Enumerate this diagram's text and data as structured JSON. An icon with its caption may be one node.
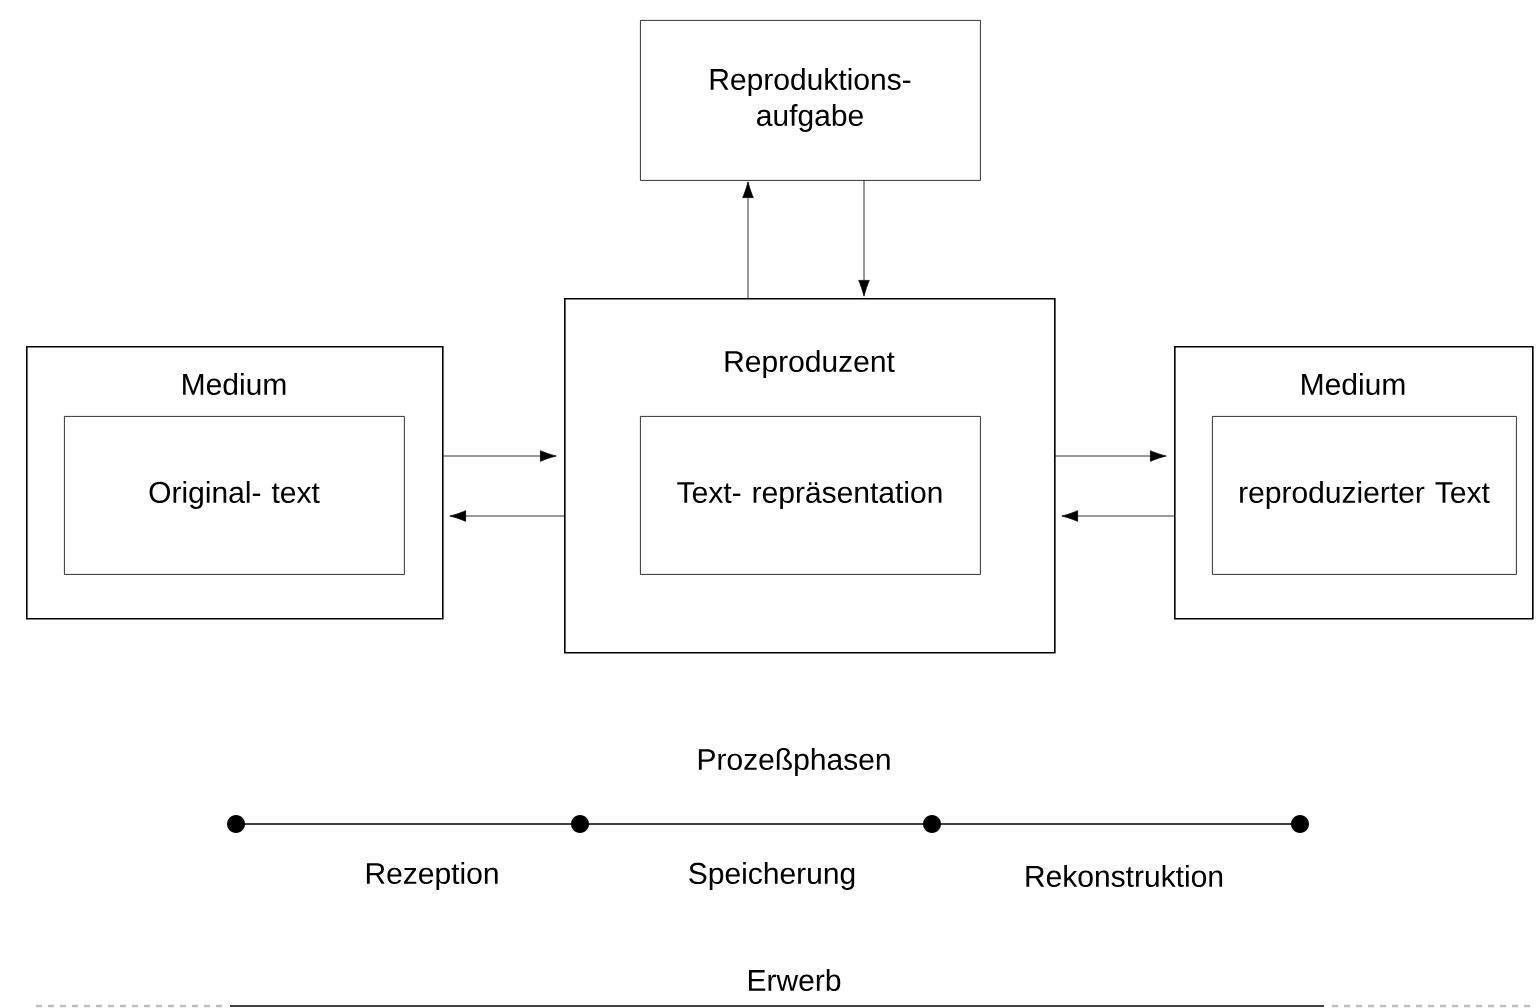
{
  "diagram": {
    "nodes": [
      {
        "text": [
          "Reproduktions- aufgabe"
        ]
      },
      {
        "text": [
          "Medium"
        ]
      },
      {
        "text": [
          "Original- text"
        ],
        "in": 1
      },
      {
        "text": [
          "Reproduzent"
        ]
      },
      {
        "text": [
          "Text- repräsentation"
        ],
        "in": 3
      },
      {
        "text": [
          "Medium"
        ]
      },
      {
        "text": [
          "reproduzierter Text"
        ],
        "in": 5
      }
    ],
    "edges": [
      {
        "from": 3,
        "to": 0,
        "arrow": "to"
      },
      {
        "from": 0,
        "to": 3,
        "arrow": "to"
      },
      {
        "from": 1,
        "to": 3,
        "arrow": "to"
      },
      {
        "from": 3,
        "to": 1,
        "arrow": "to"
      },
      {
        "from": 3,
        "to": 5,
        "arrow": "to"
      },
      {
        "from": 5,
        "to": 3,
        "arrow": "to"
      }
    ],
    "labels": [
      "Prozeßphasen",
      "Rezeption",
      "Speicherung",
      "Rekonstruktion",
      "Erwerb"
    ]
  }
}
